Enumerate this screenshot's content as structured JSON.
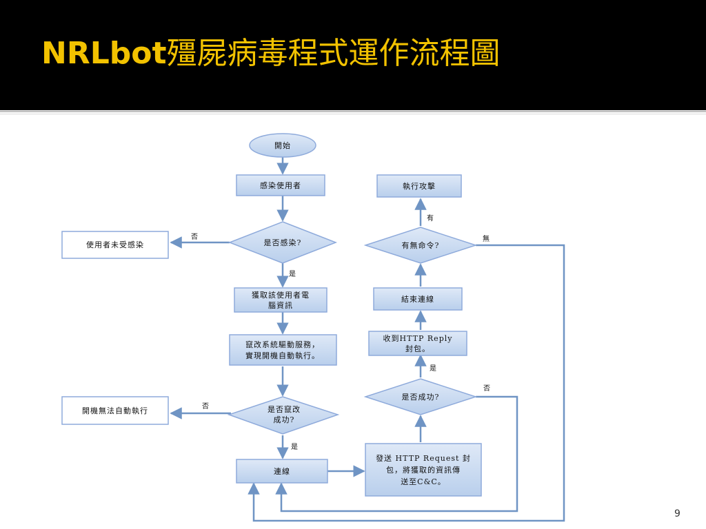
{
  "slide": {
    "title_en": "NRLbot",
    "title_zh": "殭屍病毒程式運作流程圖",
    "page_number": "9"
  },
  "colors": {
    "title_bg": "#000000",
    "title_text": "#f2c200",
    "node_fill": "#c5d9f1",
    "node_border": "#8eaadb",
    "arrow": "#6f94c4"
  },
  "flowchart": {
    "nodes": {
      "start": "開始",
      "infect_user": "感染使用者",
      "is_infected": "是否感染?",
      "not_infected": "使用者未受感染",
      "get_info_1": "獲取該使用者電",
      "get_info_2": "腦資訊",
      "modify_driver_1": "竄改系統驅動服務，",
      "modify_driver_2": "實現開機自動執行。",
      "is_modified_1": "是否竄改",
      "is_modified_2": "成功?",
      "autorun_fail": "開機無法自動執行",
      "connect": "連線",
      "send_request_1": "發送 HTTP Request 封",
      "send_request_2": "包，將獲取的資訊傳",
      "send_request_3": "送至C&C。",
      "is_success": "是否成功?",
      "receive_reply_1": "收到HTTP Reply",
      "receive_reply_2": "封包。",
      "end_connect": "結束連線",
      "has_command": "有無命令?",
      "execute_attack": "執行攻擊"
    },
    "edge_labels": {
      "infected_no": "否",
      "infected_yes": "是",
      "modified_no": "否",
      "modified_yes": "是",
      "success_yes": "是",
      "success_no": "否",
      "command_yes": "有",
      "command_no": "無"
    }
  }
}
